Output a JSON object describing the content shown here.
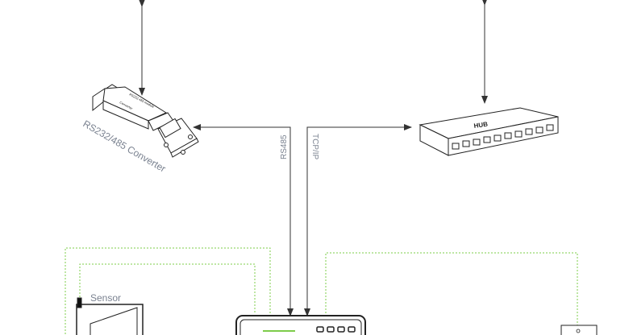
{
  "labels": {
    "converter": "RS232/485 Converter",
    "converter_body_top": "RS232  485 module",
    "converter_body_mid": "Converter",
    "hub": "HUB",
    "rs485": "RS485",
    "tcpip": "TCP/IP",
    "sensor": "Sensor"
  },
  "colors": {
    "line": "#333333",
    "dotted_wire": "#7dcc4a",
    "label": "#7a8290"
  }
}
